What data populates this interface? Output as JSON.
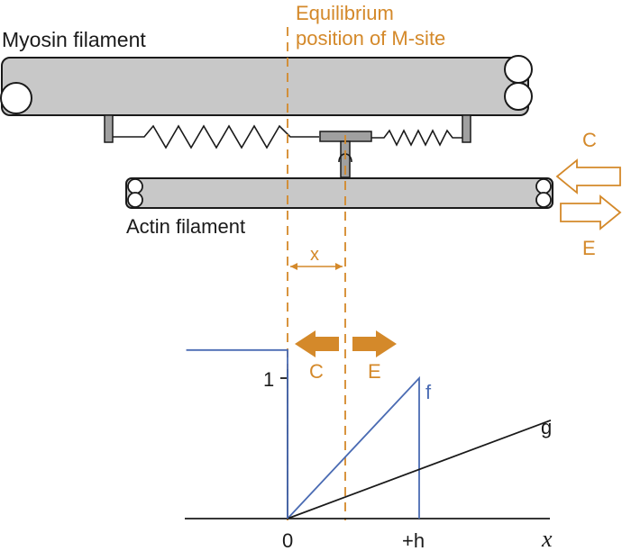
{
  "labels": {
    "myosin": "Myosin filament",
    "actin": "Actin filament",
    "equilibrium_line1": "Equilibrium",
    "equilibrium_line2": "position of M-site",
    "x_marker": "x",
    "contract_side": "C",
    "extend_side": "E"
  },
  "chart": {
    "y_tick_1": "1",
    "x_tick_0": "0",
    "x_tick_h": "+h",
    "x_axis_label": "x",
    "series_f": "f",
    "series_g": "g",
    "arrow_c": "C",
    "arrow_e": "E"
  },
  "colors": {
    "orange": "#d4892a",
    "blue": "#4a6bb3",
    "filament_fill": "#c8c8c8",
    "stroke": "#1a1a1a"
  },
  "chart_data": {
    "type": "line",
    "series": [
      {
        "name": "f",
        "color": "#4a6bb3",
        "points": [
          [
            0,
            0
          ],
          [
            1,
            1
          ],
          [
            1,
            0
          ]
        ]
      },
      {
        "name": "g",
        "color": "#1a1a1a",
        "points": [
          [
            0,
            0
          ],
          [
            2,
            0.7
          ]
        ]
      },
      {
        "name": "",
        "color": "#4a6bb3",
        "points": [
          [
            -0.77,
            1.2
          ],
          [
            0,
            1.2
          ],
          [
            0,
            0
          ]
        ]
      }
    ],
    "xlim": [
      -0.8,
      2.1
    ],
    "ylim": [
      0,
      1.2
    ]
  }
}
